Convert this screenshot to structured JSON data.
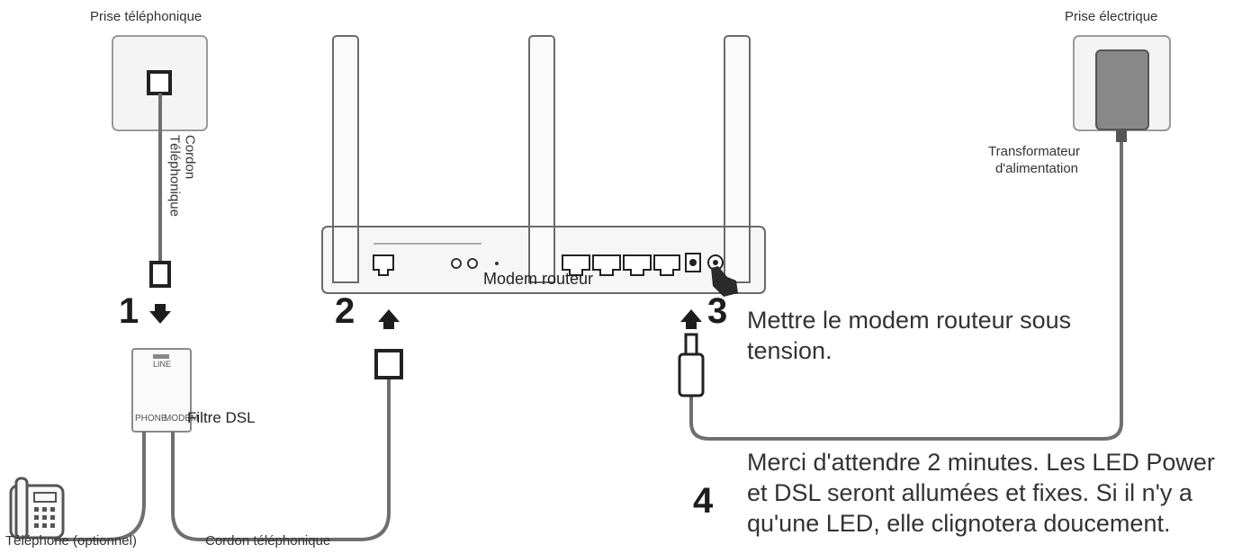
{
  "labels": {
    "wall_jack": "Prise téléphonique",
    "phone_cord_line1": "Cordon",
    "phone_cord_line2": "Téléphonique",
    "dsl_filter": "Filtre DSL",
    "filter_port_phone": "PHONE",
    "filter_port_modem": "MODEM",
    "filter_port_line": "LINE",
    "phone": "Téléphone (optionnel)",
    "cord_bottom": "Cordon téléphonique",
    "router": "Modem routeur",
    "power_outlet": "Prise électrique",
    "adapter_line1": "Transformateur",
    "adapter_line2": "d'alimentation"
  },
  "steps": [
    {
      "number": "1"
    },
    {
      "number": "2"
    },
    {
      "number": "3",
      "text_line1": "Mettre le modem routeur sous",
      "text_line2": "tension."
    },
    {
      "number": "4",
      "text_line1": "Merci d'attendre 2 minutes. Les LED Power",
      "text_line2": "et DSL seront allumées et fixes. Si il n'y a",
      "text_line3": "qu'une LED, elle clignotera doucement."
    }
  ],
  "colors": {
    "line": "#6f6f6f",
    "dark": "#2b2b2b",
    "panel": "#f4f4f4"
  }
}
